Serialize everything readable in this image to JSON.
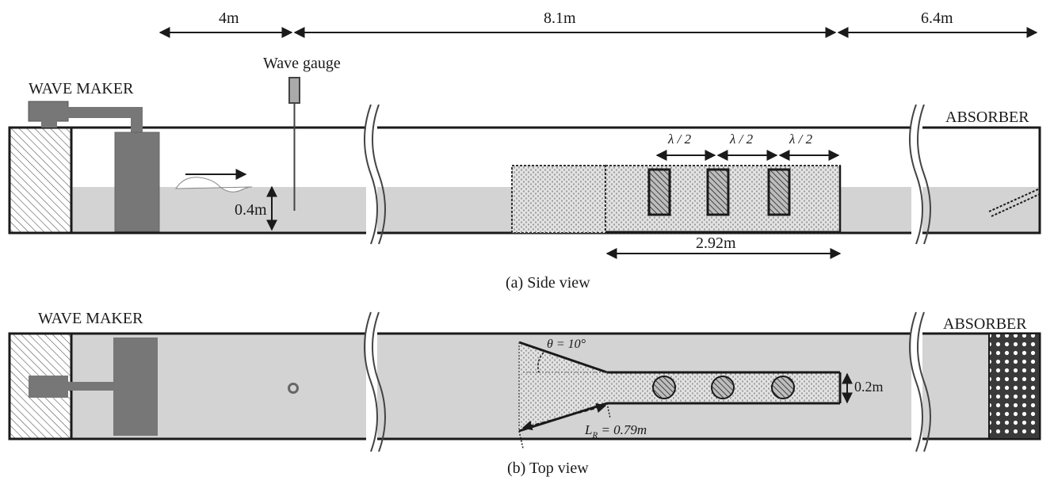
{
  "dimensions": {
    "d1": "4m",
    "d2": "8.1m",
    "d3": "6.4m",
    "depth": "0.4m",
    "array_length": "2.92m",
    "width": "0.2m"
  },
  "labels": {
    "wave_gauge": "Wave gauge",
    "wave_maker_side": "WAVE MAKER",
    "absorber_side": "ABSORBER",
    "wave_maker_top": "WAVE MAKER",
    "absorber_top": "ABSORBER",
    "lambda_1": "λ / 2",
    "lambda_2": "λ / 2",
    "lambda_3": "λ / 2",
    "theta": "θ = 10°",
    "lr": "L",
    "lr_sub": "R",
    "lr_value": " = 0.79m"
  },
  "captions": {
    "side": "(a) Side view",
    "top": "(b) Top view"
  },
  "colors": {
    "water": "#d3d3d3",
    "structure": "#777777",
    "outline": "#1a1a1a",
    "absorber_block": "#3a3a3a"
  }
}
